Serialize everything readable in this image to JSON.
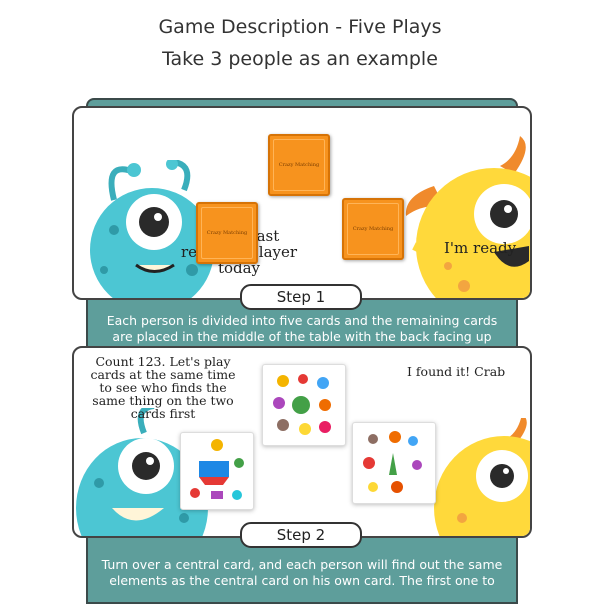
{
  "header": {
    "title": "Game Description - Five Plays",
    "subtitle": "Take 3 people as an example"
  },
  "step1": {
    "label": "Step 1",
    "speech_left": "I am a fast reacting player today",
    "speech_right": "I'm ready",
    "card_text": "Crazy Matching",
    "description": "Each person is divided into five cards and the remaining cards are placed in the middle of the table with the back facing up"
  },
  "step2": {
    "label": "Step 2",
    "speech_left": "Count 123. Let's play cards at the same time to see who finds the same thing on the two cards first",
    "speech_right": "I found it! Crab",
    "description": "Turn over a central card, and each person will find out the same elements as the central card on his own card. The first one to"
  },
  "colors": {
    "teal_board": "#5e9e9b",
    "orange_card": "#f7931e",
    "blue_monster": "#4cc6d3",
    "yellow_monster": "#ffd93b"
  }
}
